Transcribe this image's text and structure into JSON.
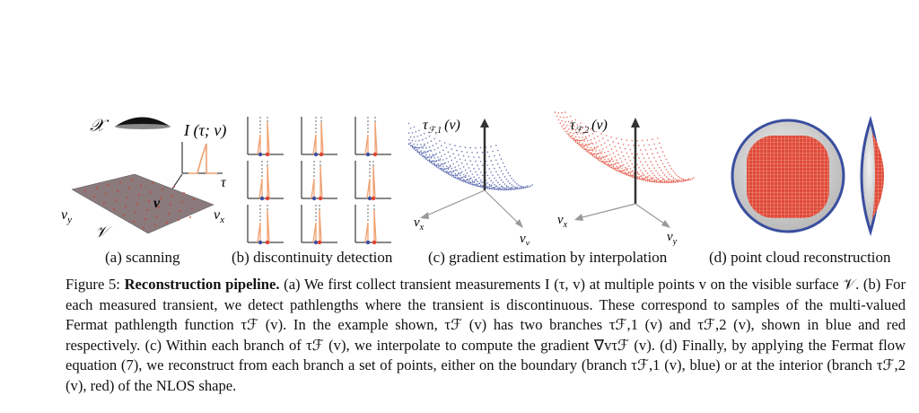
{
  "figure": {
    "panels": [
      {
        "id": "a",
        "label": "(a) scanning",
        "symbols": {
          "hidden_object": "𝒳",
          "signal": "I (τ; v)",
          "time_axis": "τ",
          "point": "v",
          "axis_x": "v",
          "axis_x_sub": "x",
          "axis_y": "v",
          "axis_y_sub": "y",
          "surface": "𝒱"
        }
      },
      {
        "id": "b",
        "label": "(b) discontinuity detection"
      },
      {
        "id": "c",
        "label": "(c) gradient estimation by interpolation",
        "symbols": {
          "z_axis": "τ",
          "z_axis_sub": "ℱ,1",
          "z_axis_arg": "(v)",
          "axis_x": "v",
          "axis_x_sub": "x",
          "axis_y": "v",
          "axis_y_sub": "y"
        }
      },
      {
        "id": "c2",
        "label": "",
        "symbols": {
          "z_axis": "τ",
          "z_axis_sub": "ℱ,2",
          "z_axis_arg": "(v)",
          "axis_x": "v",
          "axis_x_sub": "x",
          "axis_y": "v",
          "axis_y_sub": "y"
        }
      },
      {
        "id": "d",
        "label": "(d) point cloud reconstruction"
      }
    ],
    "colors": {
      "blue": "#3c4fa0",
      "red": "#e0412f",
      "orange": "#f0a070",
      "surface": "#8a7a7c"
    },
    "caption": {
      "label": "Figure 5:",
      "title": "Reconstruction pipeline.",
      "lines": [
        " (a) We first collect transient measurements I (τ, v) at multiple points v on the visible",
        "surface 𝒱. (b) For each measured transient, we detect pathlengths where the transient is discontinuous. These correspond",
        "to samples of the multi-valued Fermat pathlength function τℱ (v). In the example shown, τℱ (v) has two branches τℱ,1 (v)",
        "and τℱ,2 (v), shown in blue and red respectively. (c) Within each branch of τℱ (v), we interpolate to compute the gradient",
        "∇vτℱ (v). (d) Finally, by applying the Fermat flow equation (7), we reconstruct from each branch a set of points, either on",
        "the boundary (branch τℱ,1 (v), blue) or at the interior (branch τℱ,2 (v), red) of the NLOS shape."
      ]
    }
  }
}
